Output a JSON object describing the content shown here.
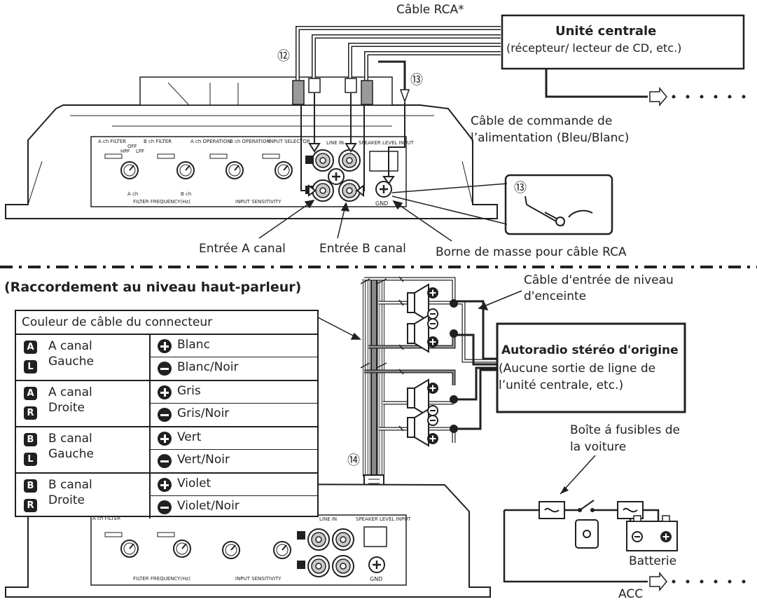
{
  "top_labels": {
    "rca_cable": "Câble RCA*",
    "head_unit_title": "Unité centrale",
    "head_unit_sub": "(récepteur/ lecteur de CD, etc.)",
    "callout_12": "⑫",
    "callout_13": "⑬",
    "callout_13_inset": "⑬",
    "remote_line1": "Câble de commande de",
    "remote_line2": "l’alimentation (Bleu/Blanc)",
    "input_a": "Entrée A canal",
    "input_b": "Entrée B canal",
    "ground_terminal": "Borne de masse pour câble RCA"
  },
  "amp_panel": {
    "a_filter": "A ch FILTER",
    "b_filter": "B ch FILTER",
    "a_operation": "A ch OPERATION",
    "b_operation": "B ch OPERATION",
    "input_selector": "INPUT SELECTOR",
    "line_in": "LINE IN",
    "speaker_input": "SPEAKER LEVEL INPUT",
    "filter_freq": "FILTER FREQUENCY(Hz)",
    "input_sens": "INPUT SENSITIVITY",
    "gnd": "GND",
    "hpf": "HPF",
    "lpf": "LPF",
    "off": "OFF",
    "ach": "A ch",
    "bch": "B ch"
  },
  "bottom_labels": {
    "section_title": "(Raccordement au niveau haut-parleur)",
    "speaker_cable_line1": "Câble d'entrée de niveau",
    "speaker_cable_line2": "d'enceinte",
    "oem_title": "Autoradio stéréo d'origine",
    "oem_line1": "(Aucune sortie de ligne de",
    "oem_line2": "l’unité centrale, etc.)",
    "fuse_line1": "Boîte á fusibles de",
    "fuse_line2": "la voiture",
    "battery": "Batterie",
    "callout_14": "⑭",
    "acc": "ACC"
  },
  "color_table": {
    "header": "Couleur de câble du connecteur",
    "groups": [
      {
        "ch_badge": "A",
        "side_badge": "L",
        "ch_label": "A canal",
        "side_label": "Gauche",
        "plus": "Blanc",
        "minus": "Blanc/Noir"
      },
      {
        "ch_badge": "A",
        "side_badge": "R",
        "ch_label": "A canal",
        "side_label": "Droite",
        "plus": "Gris",
        "minus": "Gris/Noir"
      },
      {
        "ch_badge": "B",
        "side_badge": "L",
        "ch_label": "B canal",
        "side_label": "Gauche",
        "plus": "Vert",
        "minus": "Vert/Noir"
      },
      {
        "ch_badge": "B",
        "side_badge": "R",
        "ch_label": "B canal",
        "side_label": "Droite",
        "plus": "Violet",
        "minus": "Violet/Noir"
      }
    ]
  },
  "colors": {
    "ink": "#231f20",
    "cable_gray": "#8a8a8a",
    "panel_gray": "#bdbdbd"
  }
}
